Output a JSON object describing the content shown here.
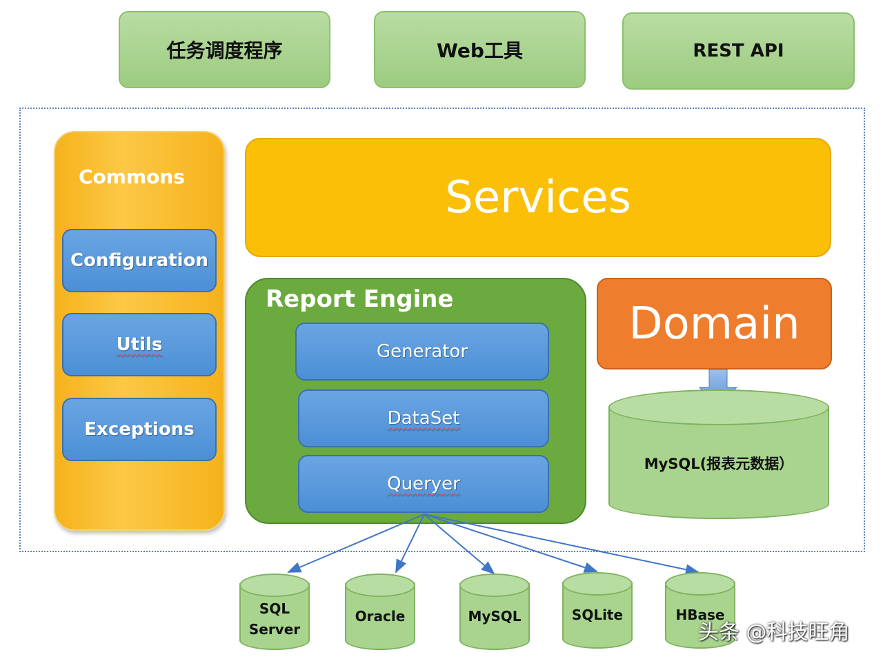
{
  "top_boxes": {
    "scheduler": "任务调度程序",
    "web_tool": "Web工具",
    "rest_api": "REST API"
  },
  "commons": {
    "title": "Commons",
    "items": [
      "Configuration",
      "Utils",
      "Exceptions"
    ]
  },
  "services": "Services",
  "report_engine": {
    "title": "Report Engine",
    "items": [
      "Generator",
      "DataSet",
      "Queryer"
    ]
  },
  "domain": "Domain",
  "meta_db": "MySQL(报表元数据）",
  "datasources": [
    "SQL Server",
    "Oracle",
    "MySQL",
    "SQLite",
    "HBase"
  ],
  "watermark": "头条 @科技旺角",
  "colors": {
    "top_green": "#a7d38c",
    "commons_yellow": "#fbbf07",
    "component_blue": "#5b9bd5",
    "engine_green": "#6aaa3e",
    "domain_orange": "#ee7d2e",
    "arrow_blue": "#3f76c6"
  }
}
